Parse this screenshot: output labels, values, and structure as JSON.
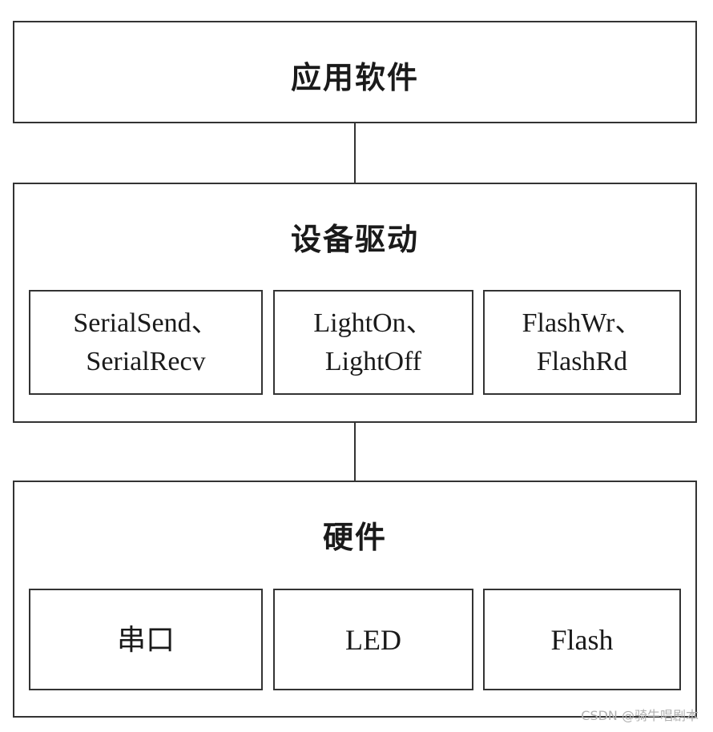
{
  "layers": {
    "app": {
      "title": "应用软件"
    },
    "driver": {
      "title": "设备驱动",
      "modules": [
        {
          "line1": "SerialSend、",
          "line2": "SerialRecv"
        },
        {
          "line1": "LightOn、",
          "line2": "LightOff"
        },
        {
          "line1": "FlashWr、",
          "line2": "FlashRd"
        }
      ]
    },
    "hardware": {
      "title": "硬件",
      "modules": [
        {
          "label": "串口"
        },
        {
          "label": "LED"
        },
        {
          "label": "Flash"
        }
      ]
    }
  },
  "watermark": "CSDN @骑牛唱剧本"
}
